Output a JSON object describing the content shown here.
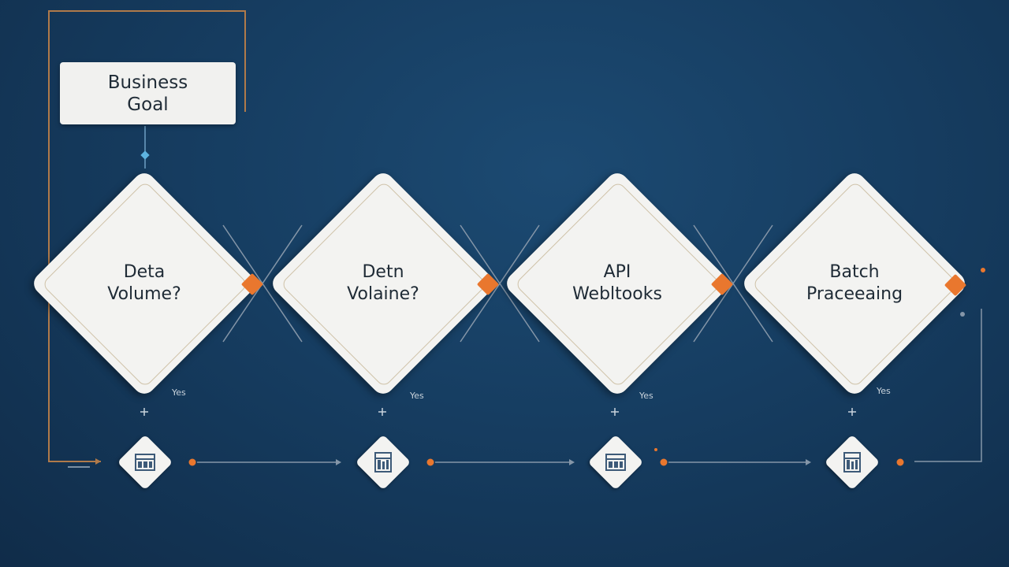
{
  "goal": {
    "line1": "Business",
    "line2": "Goal"
  },
  "decisions": [
    {
      "line1": "Deta",
      "line2": "Volume?",
      "branch": "Yes"
    },
    {
      "line1": "Detn",
      "line2": "Volaine?",
      "branch": "Yes"
    },
    {
      "line1": "API",
      "line2": "Webltooks",
      "branch": "Yes"
    },
    {
      "line1": "Batch",
      "line2": "Praceeaing",
      "branch": "Yes"
    }
  ],
  "colors": {
    "accent": "#e9772e",
    "line": "#7b8fa3",
    "frame": "#b07a4a",
    "background": "#163d61"
  },
  "icons": [
    "data-grid-icon",
    "server-rack-icon",
    "data-grid-icon",
    "server-rack-icon"
  ]
}
